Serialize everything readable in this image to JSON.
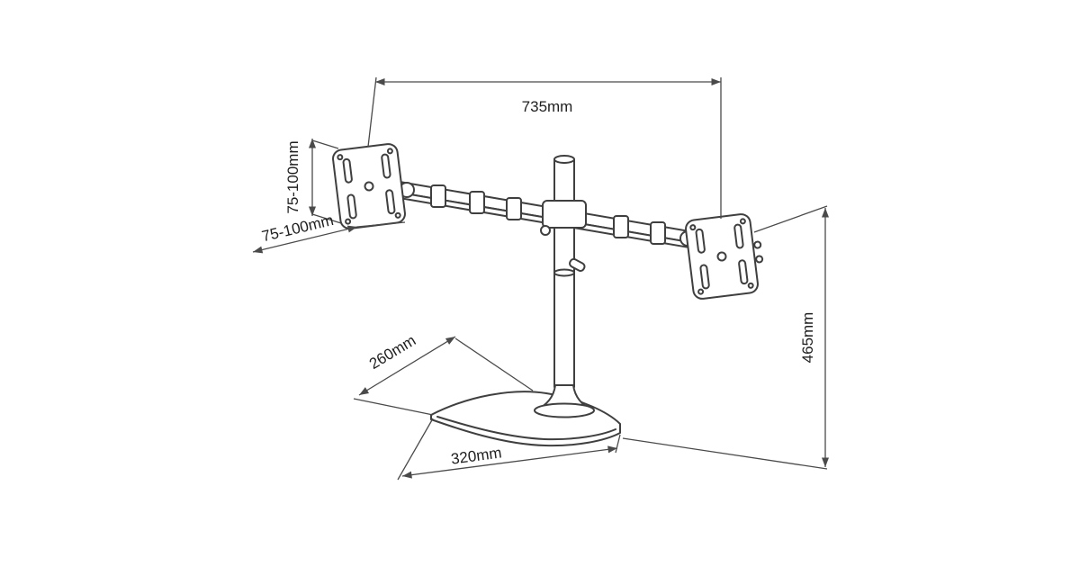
{
  "diagram": {
    "dimensions": {
      "arm_span": "735mm",
      "vesa_height": "75-100mm",
      "vesa_width": "75-100mm",
      "base_depth": "260mm",
      "base_width": "320mm",
      "total_height": "465mm"
    },
    "colors": {
      "background": "#ffffff",
      "object_line": "#3f3f3f",
      "dimension_line": "#4a4a4a",
      "label_text": "#1f1f1f"
    }
  }
}
